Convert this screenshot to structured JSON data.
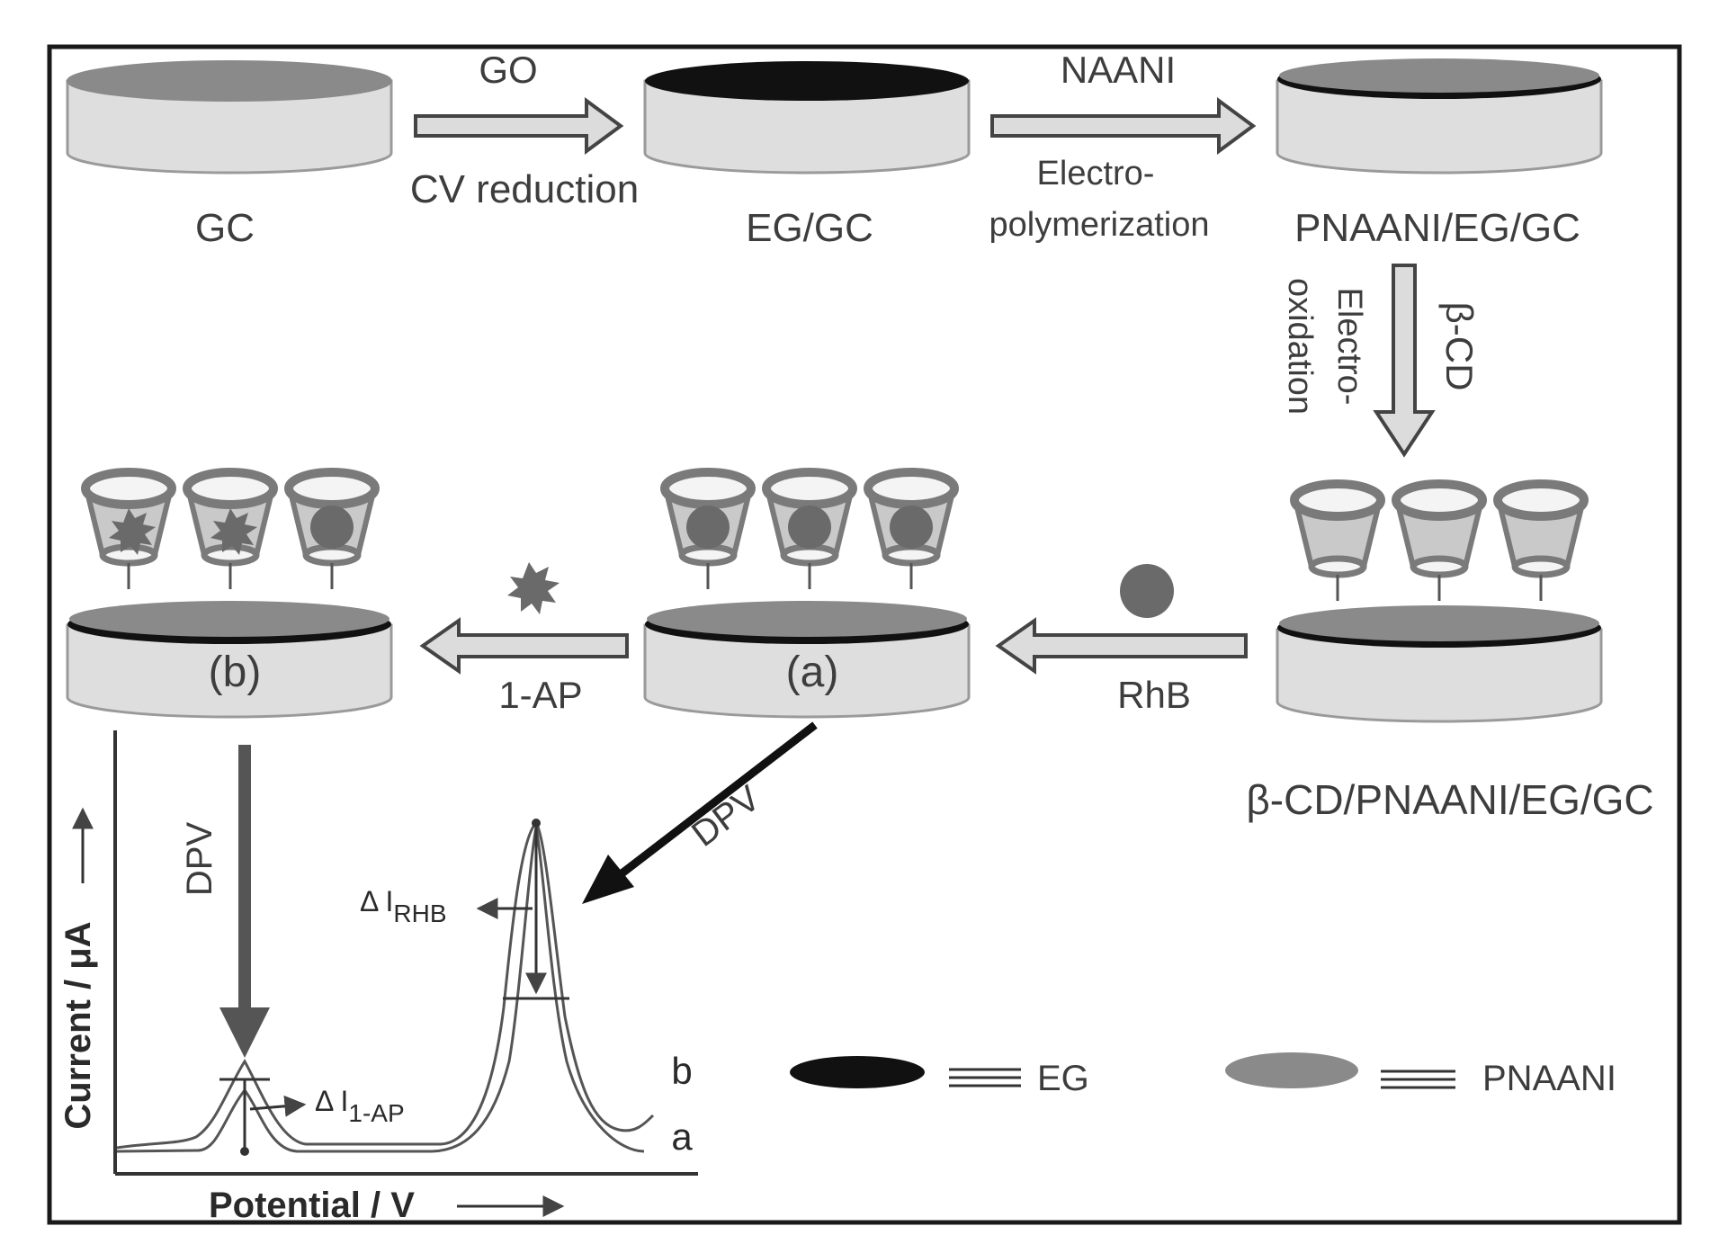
{
  "electrodes": {
    "gc": "GC",
    "eg_gc": "EG/GC",
    "pnaani_eg_gc": "PNAANI/EG/GC",
    "bcd_pnaani_eg_gc": "β-CD/PNAANI/EG/GC",
    "a": "(a)",
    "b": "(b)"
  },
  "steps": {
    "go_top": "GO",
    "go_bottom": "CV reduction",
    "naani_top": "NAANI",
    "naani_bottom_1": "Electro-",
    "naani_bottom_2": "polymerization",
    "bcd_side": "β-CD",
    "electrooxidation_1": "Electro-",
    "electrooxidation_2": "oxidation",
    "rhb": "RhB",
    "one_ap": "1-AP",
    "dpv_left": "DPV",
    "dpv_diag": "DPV"
  },
  "plot": {
    "ylabel": "Current / μA",
    "xlabel": "Potential / V",
    "delta_rhb_prefix": "Δ I",
    "delta_rhb_sub": "RHB",
    "delta_1ap_prefix": "Δ I",
    "delta_1ap_sub": "1-AP",
    "curve_a": "a",
    "curve_b": "b"
  },
  "legend": {
    "eg": "EG",
    "pnaani": "PNAANI"
  },
  "colors": {
    "eg_layer": "#111111",
    "pnaani_layer": "#8a8a8a",
    "gc_body": "#dedede",
    "rhb_molecule": "#6a6a6a"
  }
}
